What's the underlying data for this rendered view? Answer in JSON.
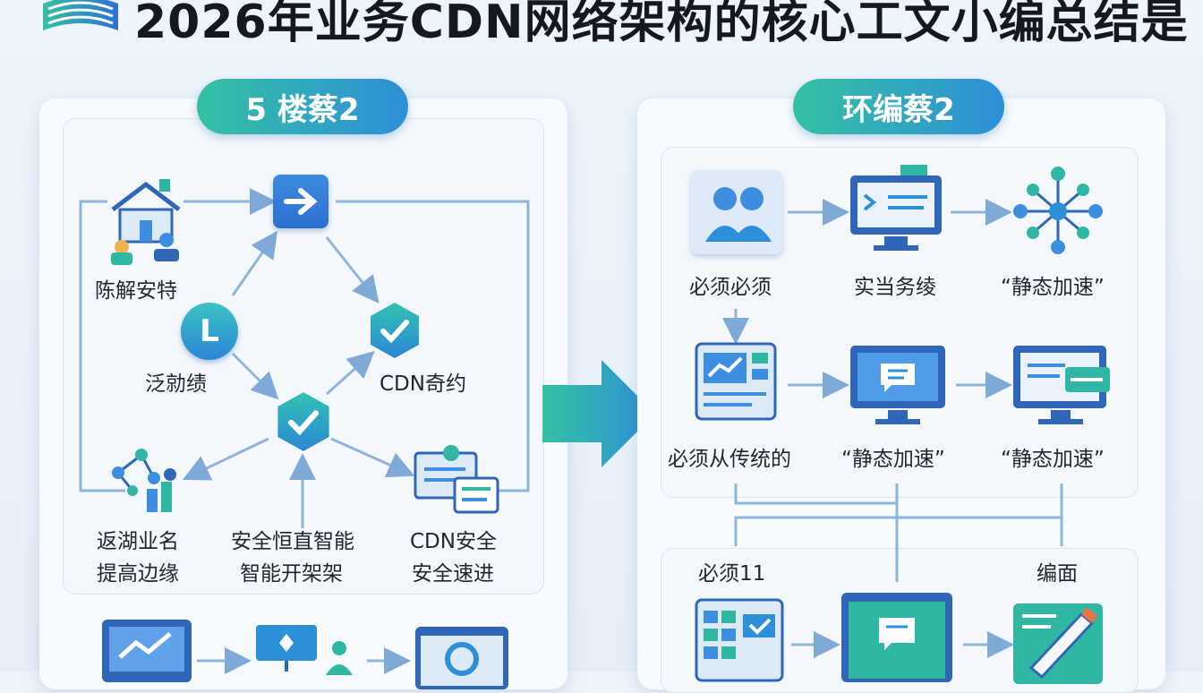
{
  "title": "2026年业务CDN网络架构的核心工文小编总结是",
  "left_panel": {
    "header": "5 楼蔡2",
    "nodes": {
      "house_label": "陈解安特",
      "center_left_label": "泛勍绩",
      "right_label": "CDN奇约",
      "bottom_left_label_1": "返湖业名",
      "bottom_left_label_2": "提高边缘",
      "bottom_center_label_1": "安全恒直智能",
      "bottom_center_label_2": "智能开架架",
      "bottom_right_label_1": "CDN安全",
      "bottom_right_label_2": "安全速进"
    }
  },
  "right_panel": {
    "header": "环编蔡2",
    "row1": [
      "必须必须",
      "实当务绫",
      "“静态加速”"
    ],
    "row2": [
      "必须从传统的",
      "“静态加速”",
      "“静态加速”"
    ],
    "row3": [
      "必须11",
      "编面"
    ]
  },
  "icons": {
    "logo": "book-logo-icon",
    "arrow_tile": "arrow-right-icon",
    "check": "check-icon",
    "clock_l": "l-circle-icon",
    "users": "users-icon",
    "monitor": "monitor-icon",
    "network": "network-icon",
    "chart": "chart-window-icon",
    "chat_monitor": "chat-monitor-icon",
    "big_arrow": "big-arrow-icon"
  },
  "colors": {
    "accent_teal": "#35c1a3",
    "accent_blue": "#2d8fd8",
    "connector": "#7fa9d6"
  }
}
